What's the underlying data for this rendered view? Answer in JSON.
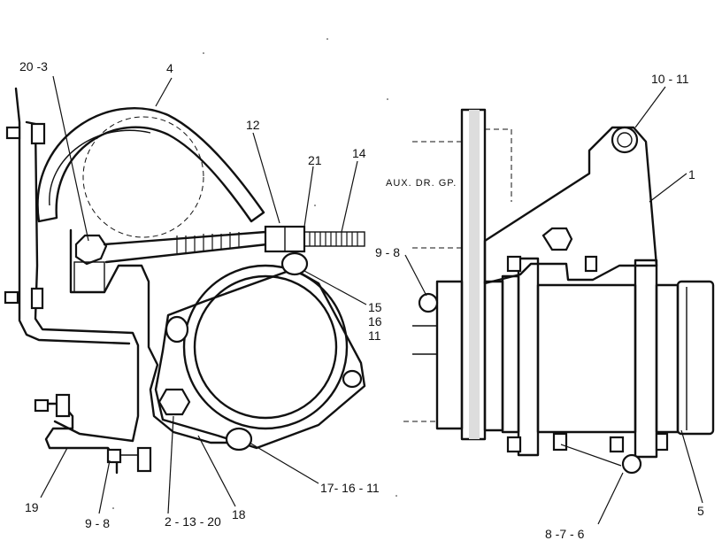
{
  "callouts": {
    "c20_3": "20 -3",
    "c4": "4",
    "c12": "12",
    "c21": "21",
    "c14": "14",
    "c15": "15",
    "c16": "16",
    "c11": "11",
    "c19": "19",
    "c9_8_left": "9 - 8",
    "c2_13_20": "2 - 13 - 20",
    "c18": "18",
    "c17_16_11": "17- 16 - 11",
    "c10_11": "10 - 11",
    "c1": "1",
    "c9_8_right": "9 - 8",
    "c5": "5",
    "c8_7_6": "8 -7 - 6"
  },
  "note": "AUX. DR. GP."
}
